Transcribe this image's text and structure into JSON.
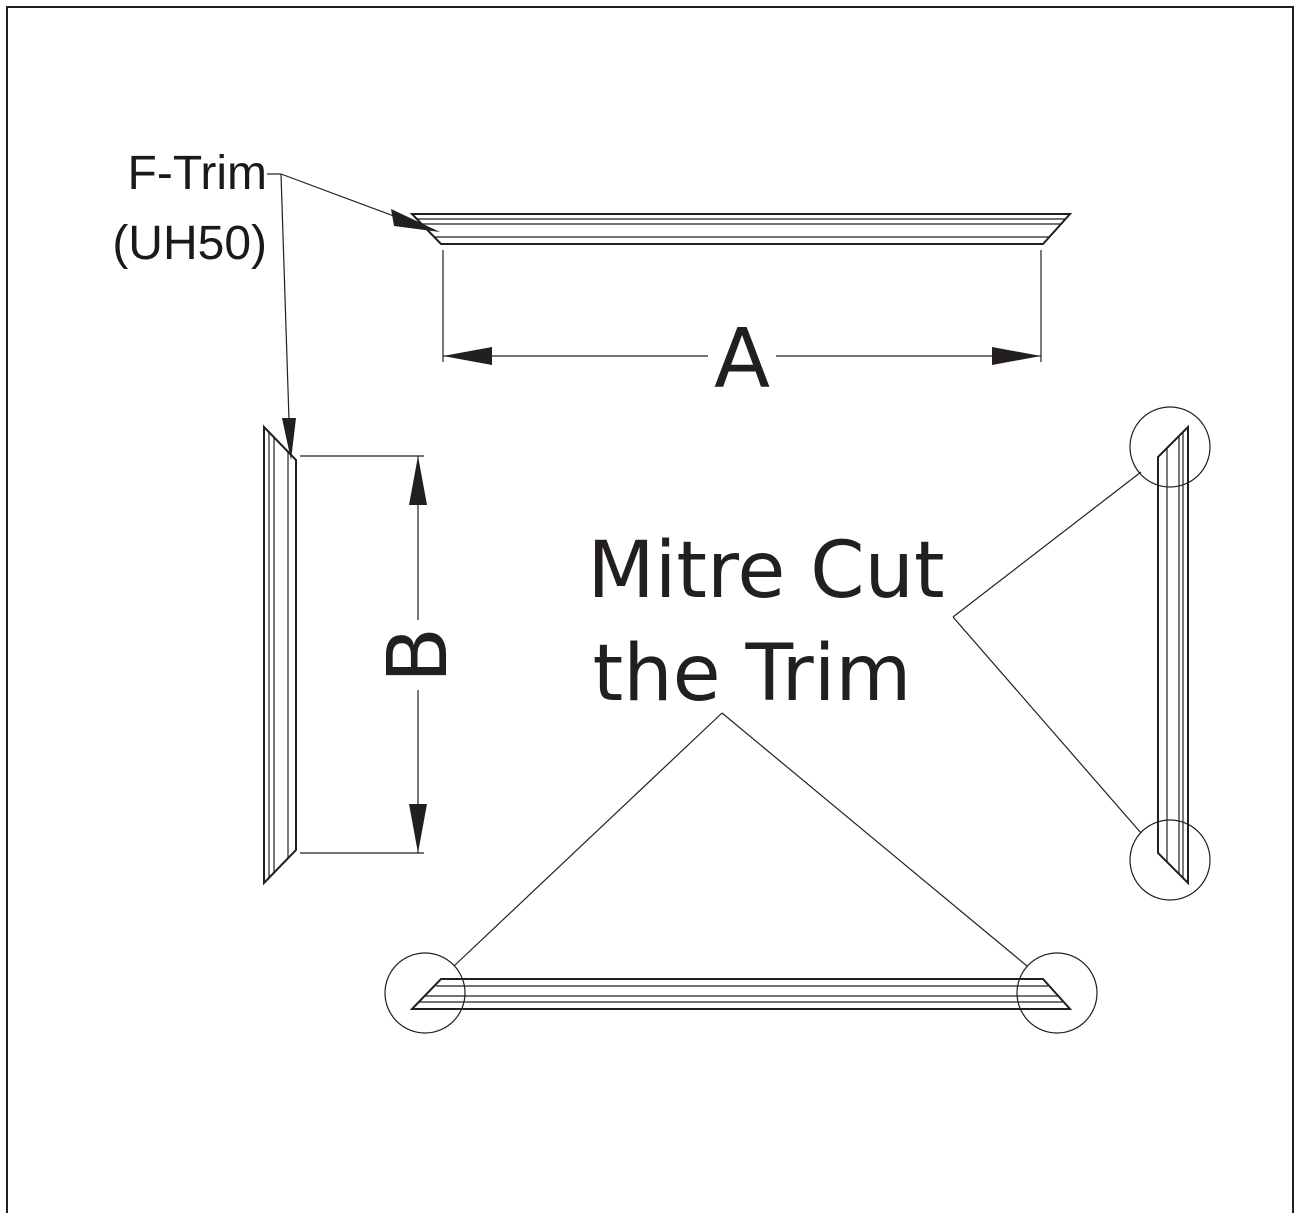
{
  "labels": {
    "trim_name": "F-Trim",
    "trim_code": "(UH50)",
    "dimension_a": "A",
    "dimension_b": "B",
    "callout_line1": "Mitre Cut",
    "callout_line2": "the Trim"
  },
  "colors": {
    "ink": "#231f20",
    "background": "#ffffff"
  }
}
